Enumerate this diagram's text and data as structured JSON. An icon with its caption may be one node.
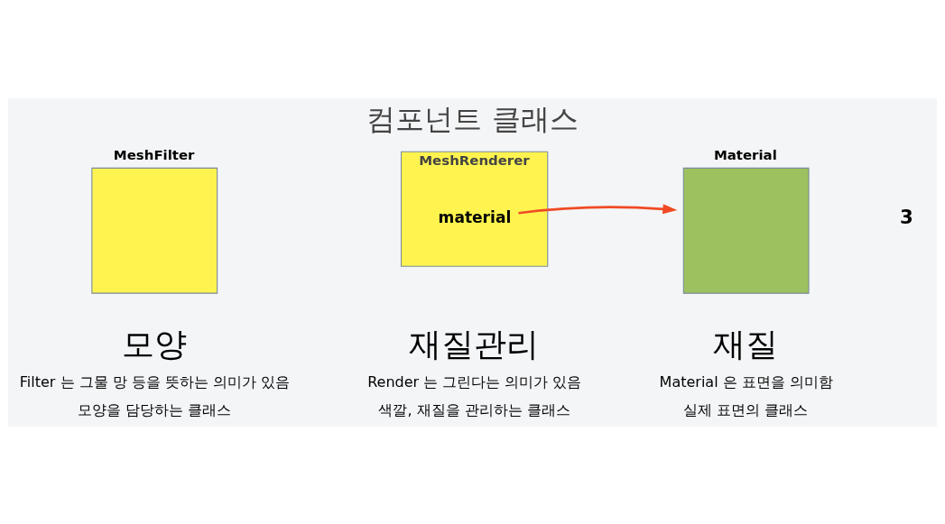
{
  "diagram": {
    "title": "컴포넌트 클래스",
    "nodes": [
      {
        "text": [
          "MeshFilter"
        ],
        "beside": [
          "모양",
          "Filter 는 그물 망 등을 뜻하는 의미가 있음",
          "모양을 담당하는 클래스"
        ]
      },
      {
        "text": [
          "MeshRenderer"
        ],
        "beside": [
          "재질관리",
          "Render 는 그린다는 의미가 있음",
          "색깔, 재질을 관리하는 클래스"
        ]
      },
      {
        "text": [
          "material"
        ],
        "in": 1
      },
      {
        "text": [
          "Material"
        ],
        "beside": [
          "재질",
          "Material 은 표면을 의미함",
          "실제 표면의 클래스"
        ]
      }
    ],
    "edges": [
      {
        "from": 2,
        "to": 3,
        "arrow": "to",
        "color": "#f04a24"
      }
    ],
    "labels": [
      "3"
    ]
  }
}
